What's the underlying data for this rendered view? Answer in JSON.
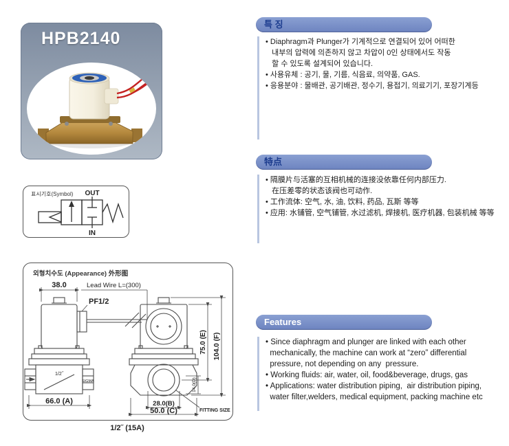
{
  "product_card": {
    "model": "HPB2140"
  },
  "symbol_box": {
    "label": "표시기호(Symbol)",
    "out": "OUT",
    "in": "IN"
  },
  "drawing": {
    "title": "외형치수도 (Appearance) 外形图",
    "caption": "1/2˝ (15A)",
    "dims": {
      "coil_width": "38.0",
      "lead_wire": "Lead Wire L=(300)",
      "thread": "PF1/2",
      "a": "66.0 (A)",
      "b": "28.0(B)",
      "c": "50.0 (C)",
      "d": "14.0(D)",
      "e": "75.0 (E)",
      "f": "104.0 (F)",
      "fitting_size": "FITTING SIZE",
      "port_size": "1/2˝",
      "brand": "SIGMA"
    }
  },
  "sections": {
    "korean": {
      "title": "특 징",
      "lines": [
        "• Diaphragm과 Plunger가 기계적으로 연결되어 있어 어떠한",
        "   내부의 압력에 의존하지 않고 차압이 0인 상태에서도 작동",
        "   할 수 있도록 설계되어 있습니다.",
        "• 사용유체 : 공기, 물, 기름, 식음료, 의약품, GAS.",
        "• 응용분야 : 물배관, 공기배관, 정수기, 용접기, 의료기기, 포장기계등"
      ]
    },
    "chinese": {
      "title": "特点",
      "lines": [
        "• 隔膜片与活塞的互相机械的连接没依靠任何内部压力.",
        "   在压差零的状态该阀也可动作.",
        "• 工作流体: 空气, 水, 油, 饮料, 药品, 瓦斯 等等",
        "• 应用: 水铺管, 空气铺管, 水过滤机, 焊接机, 医疗机器, 包装机械 等等"
      ]
    },
    "english": {
      "title": "Features",
      "lines": [
        "• Since diaphragm and plunger are linked with each other",
        "  mechanically, the machine can work at “zero” differential",
        "  pressure, not depending on any  pressure.",
        "• Working fluids: air, water, oil, food&beverage, drugs, gas",
        "• Applications: water distribution piping,  air distribution piping,",
        "  water filter,welders, medical equipment, packing machine etc"
      ]
    }
  },
  "colors": {
    "header_bar": "#7A90C8",
    "header_text_cjk": "#1C3C8E",
    "header_text_en": "#FFFFFF",
    "accent_line": "#B9C6E0",
    "card_top": "#7D8BA0",
    "card_bottom": "#AEB8C4",
    "wire_red": "#C42222",
    "brass": "#B5893E",
    "coil_ivory": "#F3EEDD",
    "coil_label_blue": "#2F62B8",
    "drawing_line": "#4A4A4A"
  }
}
